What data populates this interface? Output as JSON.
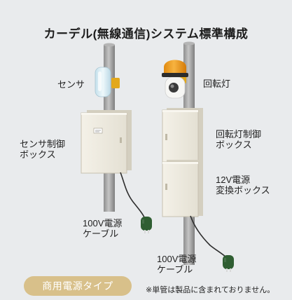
{
  "title": "カーデル(無線通信)システム標準構成",
  "labels": {
    "sensor": "センサ",
    "sensor_box": "センサ制御\nボックス",
    "cable_left": "100V電源\nケーブル",
    "lamp": "回転灯",
    "lamp_box": "回転灯制御\nボックス",
    "converter_box": "12V電源\n変換ボックス",
    "cable_right": "100V電源\nケーブル"
  },
  "button": {
    "label": "商用電源タイプ"
  },
  "note": "※単管は製品に含まれておりません。",
  "colors": {
    "background": "#e9ebed",
    "pole": "#a2a2a2",
    "box": "#f0ede3",
    "clamp": "#e2a81c",
    "lamp": "#f0a020",
    "sensor": "#d8ecf4",
    "plug": "#2f5e32",
    "button": "#d8c08a"
  }
}
